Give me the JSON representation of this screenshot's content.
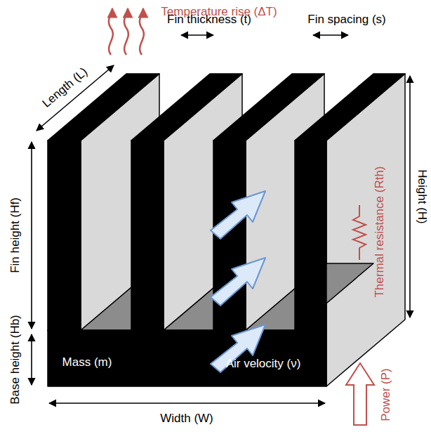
{
  "diagram": {
    "labels": [
      "Temperature rise (ΔT)",
      "Fin thickness (t)",
      "Fin spacing (s)",
      "Length (L)",
      "Height (H)",
      "Fin height (Hf)",
      "Thermal resistance (Rth)",
      "Base height (Hb)",
      "Mass (m)",
      "Air velocity (ν)",
      "Width (W)",
      "Power (P)"
    ]
  }
}
